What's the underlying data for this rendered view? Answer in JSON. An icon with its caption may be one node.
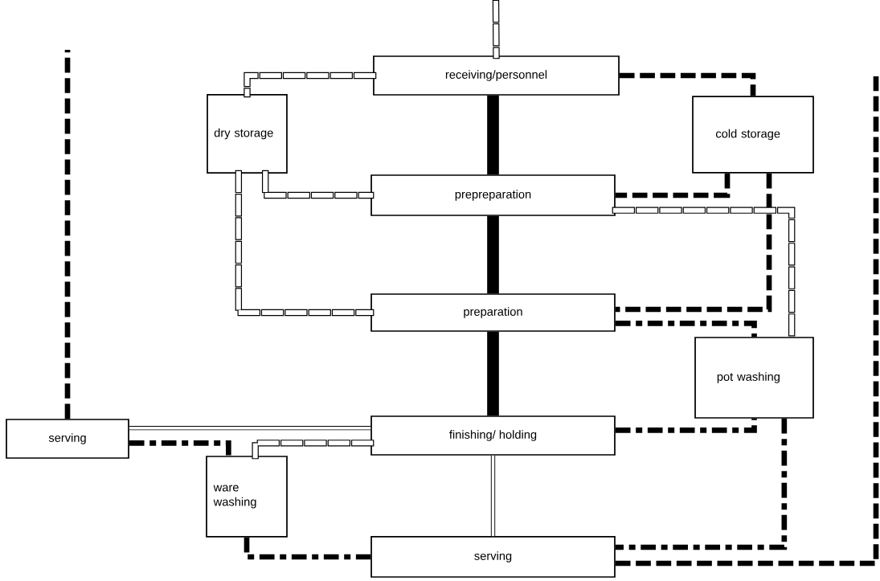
{
  "diagram": {
    "nodes": [
      {
        "text": [
          "receiving/personnel"
        ]
      },
      {
        "text": [
          "dry storage"
        ]
      },
      {
        "text": [
          "cold storage"
        ]
      },
      {
        "text": [
          "prepreparation"
        ]
      },
      {
        "text": [
          "preparation"
        ]
      },
      {
        "text": [
          "pot washing"
        ]
      },
      {
        "text": [
          "serving"
        ]
      },
      {
        "text": [
          "finishing/ holding"
        ]
      },
      {
        "text": [
          "ware washing"
        ]
      },
      {
        "text": [
          "serving"
        ]
      }
    ],
    "edges": [
      {
        "from": null,
        "to": 0,
        "arrow": "none",
        "style": "dashed"
      },
      {
        "from": 0,
        "to": 1,
        "arrow": "none",
        "style": "dashed"
      },
      {
        "from": 0,
        "to": 2,
        "arrow": "none",
        "style": "dashed"
      },
      {
        "from": 0,
        "to": 3,
        "arrow": "none",
        "style": "thick"
      },
      {
        "from": 3,
        "to": 4,
        "arrow": "none",
        "style": "thick"
      },
      {
        "from": 4,
        "to": 7,
        "arrow": "none",
        "style": "thick"
      },
      {
        "from": 7,
        "to": 9,
        "arrow": "none"
      },
      {
        "from": 1,
        "to": 3,
        "arrow": "none",
        "style": "dashed"
      },
      {
        "from": 1,
        "to": 4,
        "arrow": "none",
        "style": "dashed"
      },
      {
        "from": 2,
        "to": 3,
        "arrow": "none",
        "style": "dashed"
      },
      {
        "from": 2,
        "to": 4,
        "arrow": "none",
        "style": "dashed"
      },
      {
        "from": 3,
        "to": 5,
        "arrow": "none",
        "style": "dashed"
      },
      {
        "from": 4,
        "to": 5,
        "arrow": "none",
        "style": "dashed"
      },
      {
        "from": 7,
        "to": 5,
        "arrow": "none",
        "style": "dashed"
      },
      {
        "from": 5,
        "to": 9,
        "arrow": "none",
        "style": "dashed"
      },
      {
        "from": 9,
        "to": null,
        "arrow": "none",
        "style": "dashed"
      },
      {
        "from": 6,
        "to": null,
        "arrow": "none",
        "style": "dashed"
      },
      {
        "from": 6,
        "to": 7,
        "arrow": "none"
      },
      {
        "from": 6,
        "to": 8,
        "arrow": "none",
        "style": "dashed"
      },
      {
        "from": 7,
        "to": 8,
        "arrow": "none",
        "style": "dashed"
      },
      {
        "from": 8,
        "to": 9,
        "arrow": "none",
        "style": "dashed"
      }
    ]
  }
}
